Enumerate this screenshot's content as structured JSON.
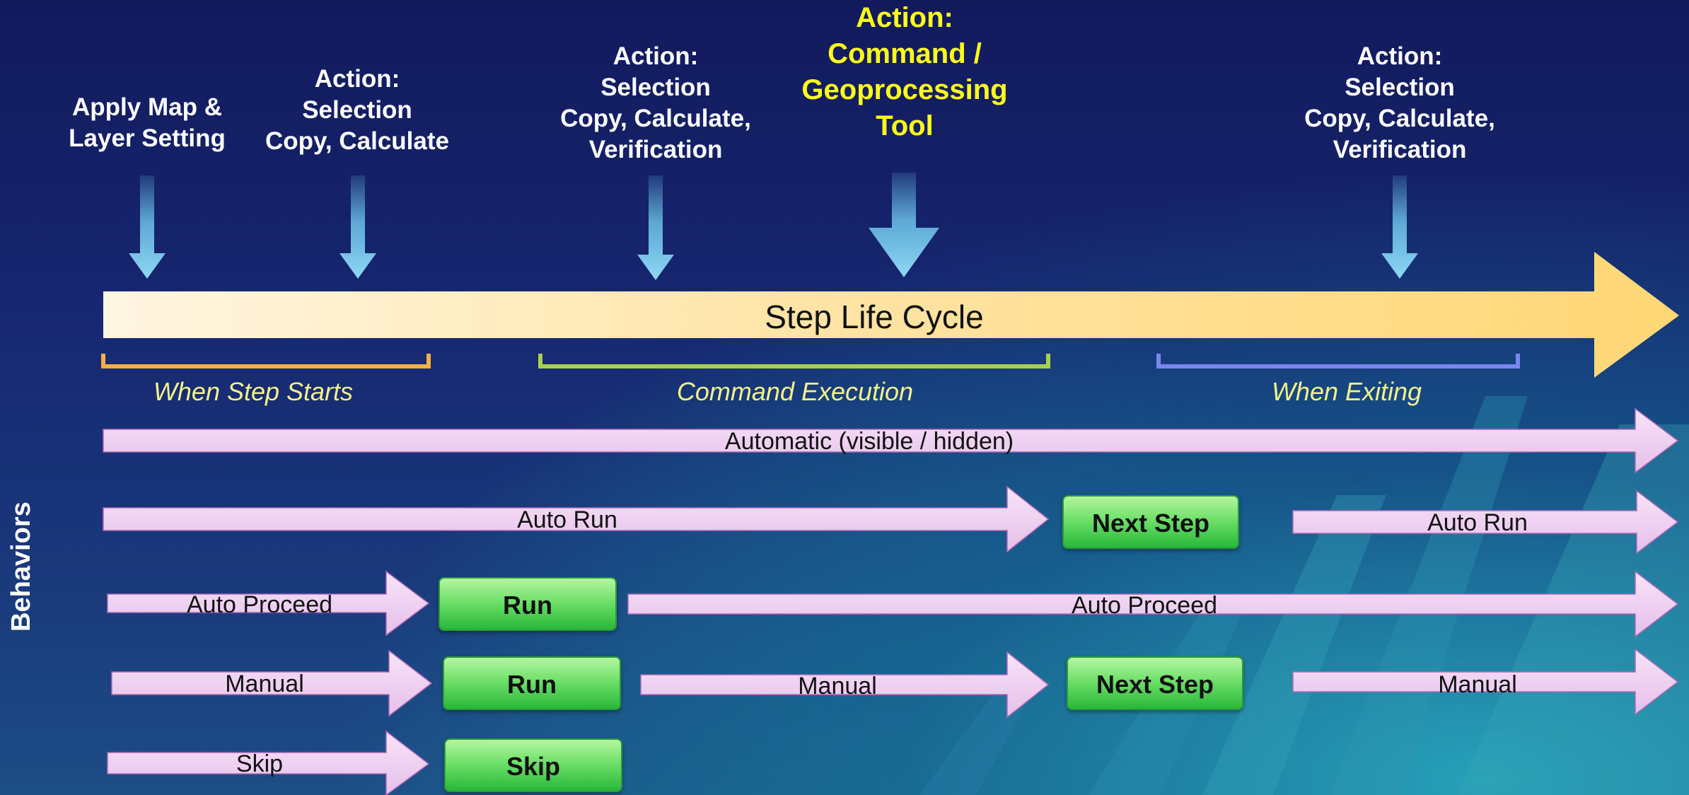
{
  "actions": [
    {
      "text": "Apply Map &\nLayer Setting"
    },
    {
      "text": "Action:\nSelection\nCopy, Calculate"
    },
    {
      "text": "Action:\nSelection\nCopy, Calculate,\nVerification"
    },
    {
      "text": "Action:\nCommand /\nGeoprocessing\nTool"
    },
    {
      "text": "Action:\nSelection\nCopy, Calculate,\nVerification"
    }
  ],
  "main_arrow": {
    "label": "Step Life Cycle"
  },
  "phases": {
    "start": "When Step Starts",
    "execution": "Command Execution",
    "exiting": "When Exiting"
  },
  "side_label": "Behaviors",
  "behaviors": {
    "automatic": "Automatic (visible / hidden)",
    "auto_run_1": "Auto Run",
    "next_step_1": "Next Step",
    "auto_run_2": "Auto Run",
    "auto_proceed_1": "Auto Proceed",
    "run_1": "Run",
    "auto_proceed_2": "Auto Proceed",
    "manual_1": "Manual",
    "run_2": "Run",
    "manual_2": "Manual",
    "next_step_2": "Next Step",
    "manual_3": "Manual",
    "skip_arrow": "Skip",
    "skip_button": "Skip"
  },
  "colors": {
    "phase_start": "#f5b041",
    "phase_execution": "#a8d04a",
    "phase_exiting": "#7a86ee",
    "highlight_text": "#ffff1a",
    "behavior_arrow": "#f0d2f2",
    "button_green": "#5fd35a"
  }
}
